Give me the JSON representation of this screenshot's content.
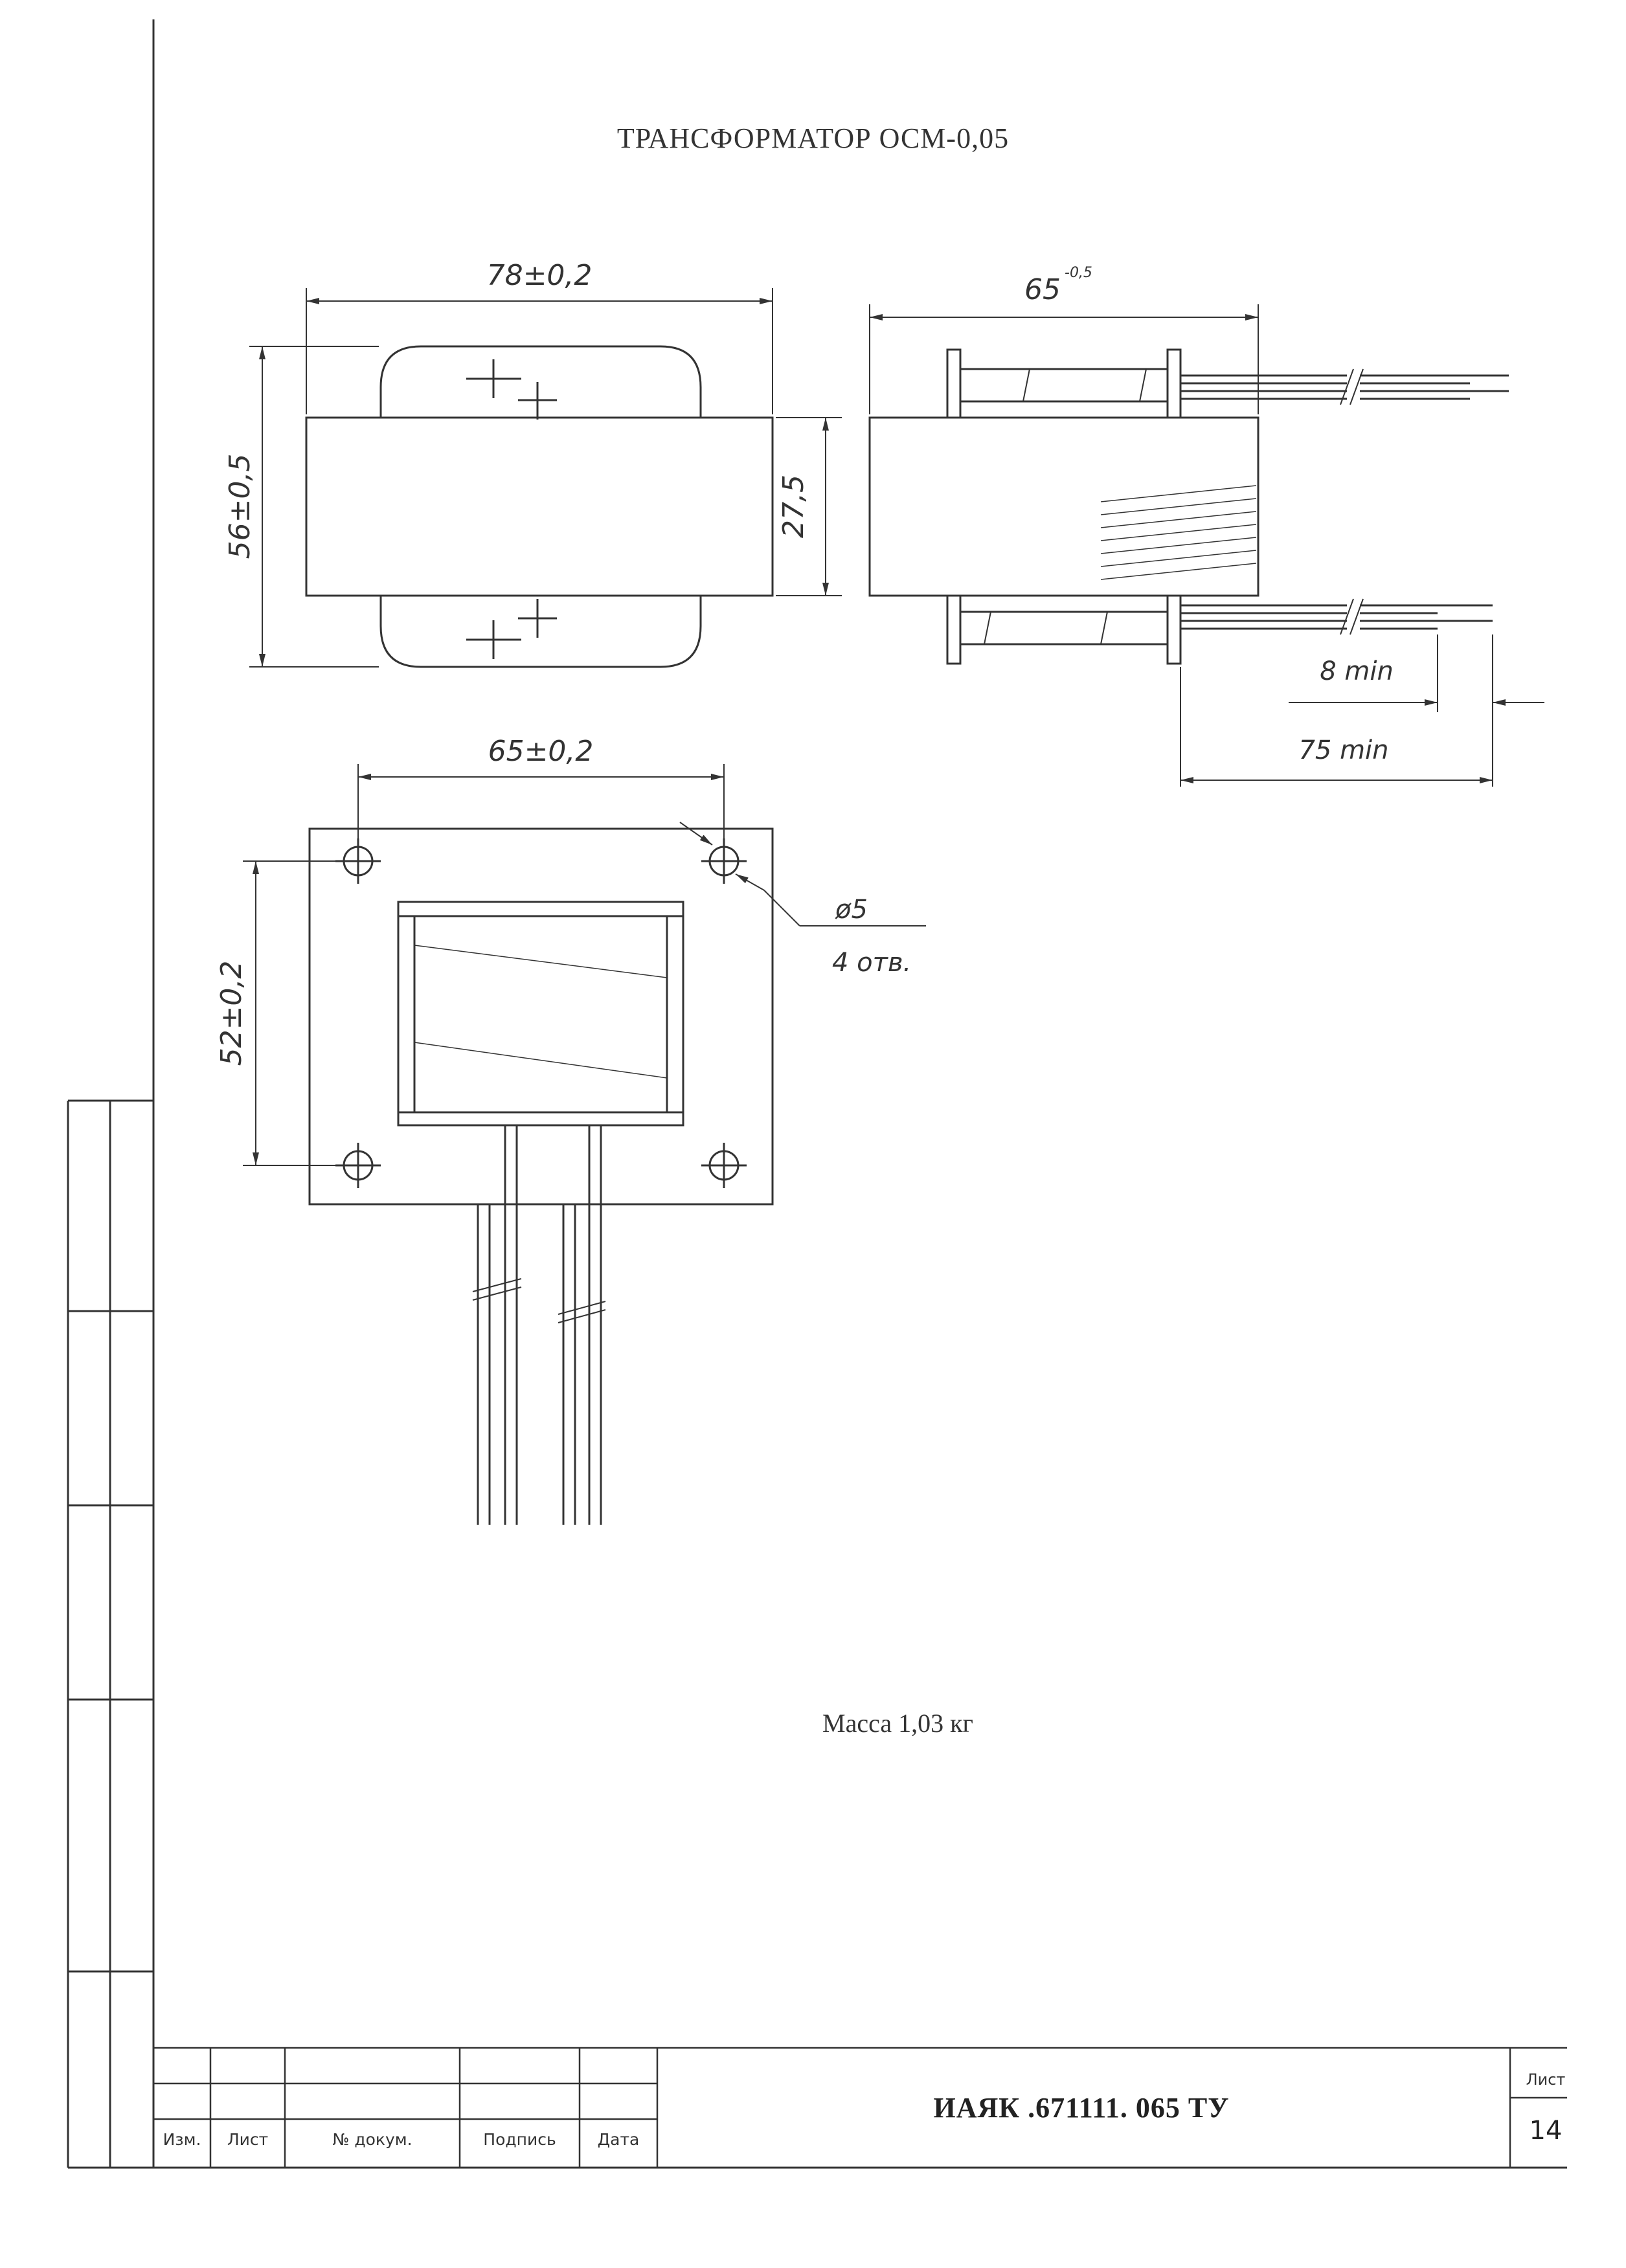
{
  "title": "ТРАНСФОРМАТОР ОСМ-0,05",
  "dimensions": {
    "width_top": "78±0,2",
    "height_left": "56±0,5",
    "core_height": "27,5",
    "side_length": "65",
    "side_tol": "-0,5",
    "lead_min": "8 min",
    "lead_total": "75 min",
    "hole_spacing_x": "65±0,2",
    "hole_spacing_y": "52±0,2",
    "hole_dia": "ø5",
    "hole_count": "4 отв."
  },
  "mass_label": "Масса 1,03 кг",
  "title_block": {
    "doc_number": "ИАЯК .671111. 065 ТУ",
    "sheet_label": "Лист",
    "sheet_number": "14",
    "headers": {
      "izm": "Изм.",
      "list": "Лист",
      "doc": "№ докум.",
      "sign": "Подпись",
      "date": "Дата"
    }
  }
}
